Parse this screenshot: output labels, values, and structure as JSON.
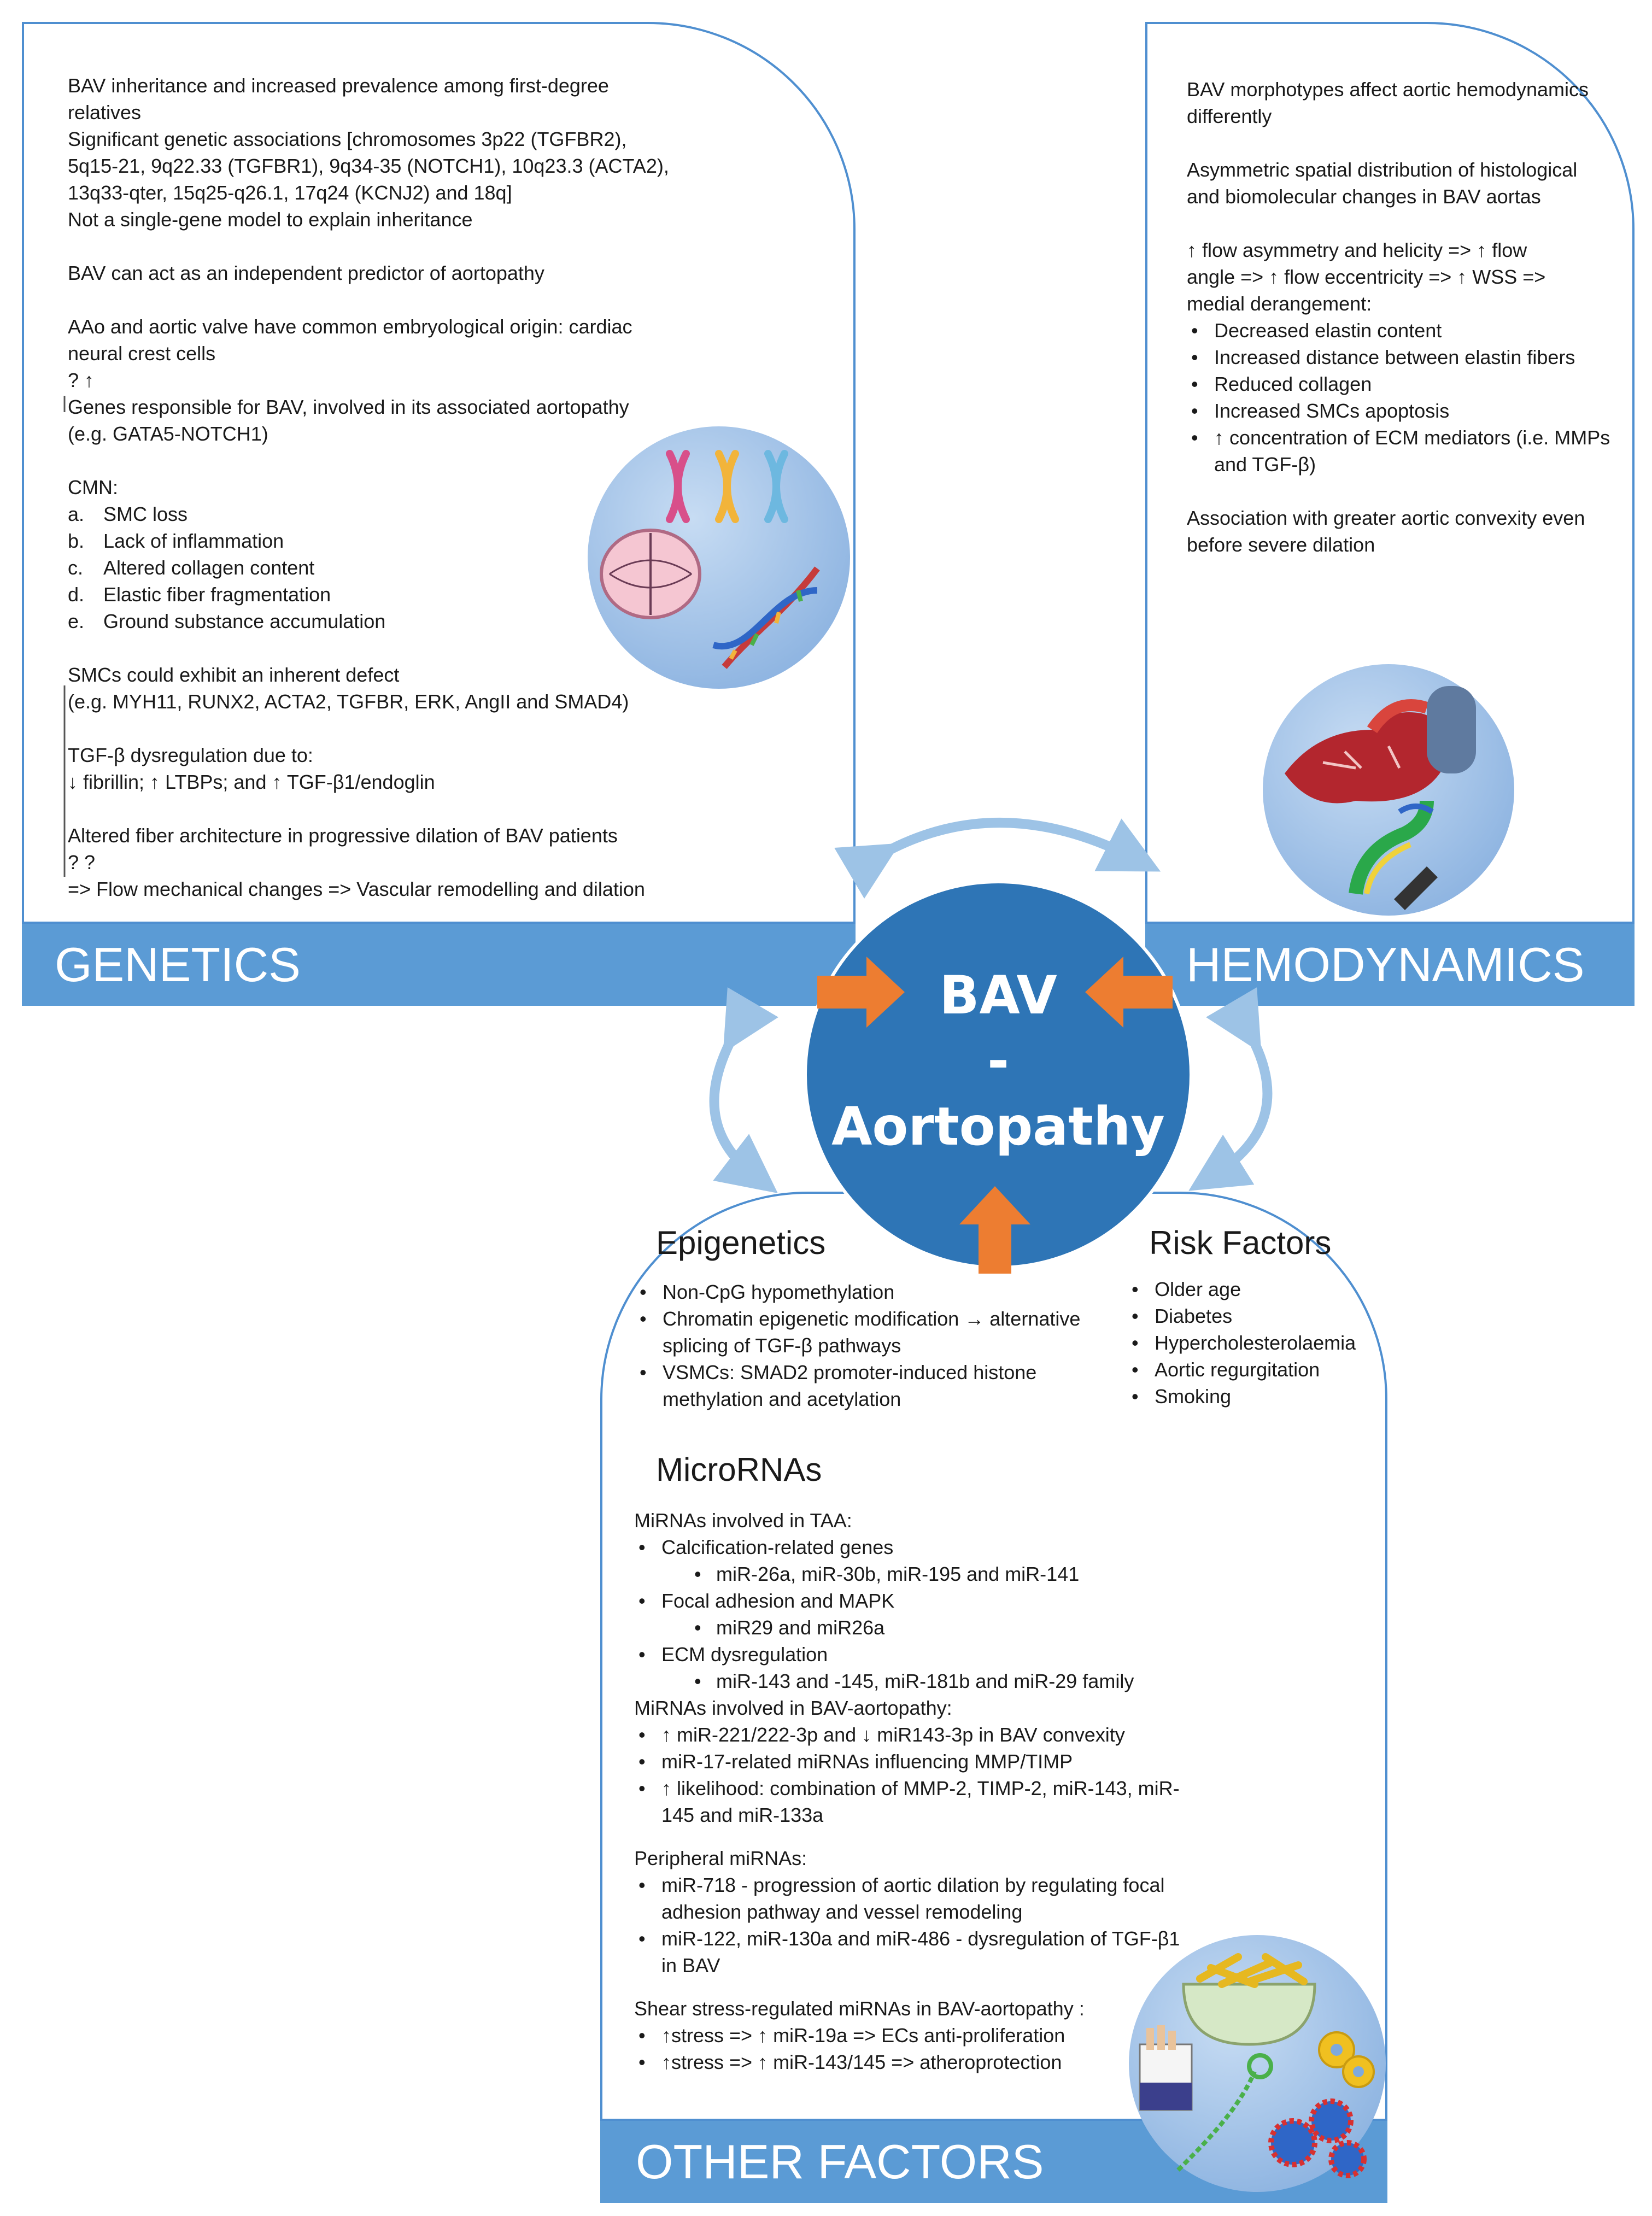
{
  "genetics": {
    "band_label": "GENETICS",
    "lines": [
      "BAV inheritance and increased prevalence among first-degree",
      "relatives",
      "Significant genetic associations [chromosomes 3p22 (TGFBR2),",
      "5q15-21, 9q22.33 (TGFBR1), 9q34-35 (NOTCH1), 10q23.3 (ACTA2),",
      "13q33-qter, 15q25-q26.1, 17q24 (KCNJ2) and 18q]",
      "Not a single-gene model to explain inheritance",
      "",
      "BAV can act as an independent predictor of aortopathy",
      "",
      "AAo and aortic valve have common embryological origin: cardiac",
      "neural crest cells",
      "? ↑",
      "Genes responsible for BAV, involved in its associated aortopathy",
      "(e.g. GATA5-NOTCH1)",
      "",
      "CMN:"
    ],
    "cmn_items": [
      {
        "n": "a.",
        "t": "SMC loss"
      },
      {
        "n": "b.",
        "t": "Lack of inflammation"
      },
      {
        "n": "c.",
        "t": "Altered collagen content"
      },
      {
        "n": "d.",
        "t": "Elastic fiber fragmentation"
      },
      {
        "n": "e.",
        "t": "Ground substance accumulation"
      }
    ],
    "lines2": [
      "SMCs could exhibit an inherent defect",
      "(e.g. MYH11, RUNX2, ACTA2, TGFBR, ERK, AngII and SMAD4)",
      "",
      "TGF-β dysregulation due to:",
      "↓ fibrillin; ↑ LTBPs; and ↑ TGF-β1/endoglin",
      "",
      "Altered fiber architecture in progressive dilation of BAV patients",
      "?                                              ?",
      "=> Flow mechanical changes => Vascular remodelling and dilation"
    ]
  },
  "hemodynamics": {
    "band_label": "HEMODYNAMICS",
    "lines": [
      "BAV morphotypes affect aortic hemodynamics",
      "differently",
      "",
      "Asymmetric spatial distribution of histological",
      "and biomolecular changes in BAV aortas",
      "",
      "↑ flow asymmetry and helicity => ↑ flow",
      "angle => ↑ flow eccentricity => ↑ WSS =>",
      "medial derangement:"
    ],
    "bullets": [
      "Decreased elastin content",
      "Increased distance between elastin fibers",
      "Reduced collagen",
      "Increased SMCs apoptosis",
      "↑ concentration of ECM mediators (i.e. MMPs and TGF-β)"
    ],
    "closing": [
      "Association with greater aortic convexity even",
      "before severe dilation"
    ]
  },
  "center": {
    "line1": "BAV",
    "line2": "-",
    "line3": "Aortopathy"
  },
  "other": {
    "band_label": "OTHER FACTORS",
    "epigenetics_title": "Epigenetics",
    "epigenetics_items": [
      "Non-CpG hypomethylation",
      "Chromatin epigenetic modification → alternative splicing of TGF-β pathways",
      "VSMCs: SMAD2 promoter-induced histone methylation and acetylation"
    ],
    "risk_title": "Risk Factors",
    "risk_items": [
      "Older age",
      "Diabetes",
      "Hypercholesterolaemia",
      "Aortic regurgitation",
      "Smoking"
    ],
    "mirna_title": "MicroRNAs",
    "taa_title": "MiRNAs involved in TAA:",
    "taa_items": [
      {
        "t": "Calcification-related genes",
        "sub": "miR-26a, miR-30b, miR-195 and miR-141"
      },
      {
        "t": "Focal adhesion and MAPK",
        "sub": "miR29 and miR26a"
      },
      {
        "t": "ECM dysregulation",
        "sub": "miR-143 and -145, miR-181b and miR-29 family"
      }
    ],
    "bav_title": "MiRNAs involved in BAV-aortopathy:",
    "bav_items": [
      "↑ miR-221/222-3p and ↓ miR143-3p in BAV convexity",
      "miR-17-related miRNAs influencing MMP/TIMP",
      "↑ likelihood: combination of MMP-2, TIMP-2, miR-143, miR-145 and miR-133a"
    ],
    "periph_title": "Peripheral miRNAs:",
    "periph_items": [
      "miR-718 - progression of aortic dilation by regulating focal adhesion pathway and vessel remodeling",
      "miR-122, miR-130a and miR-486 - dysregulation of TGF-β1 in BAV"
    ],
    "shear_title": "Shear stress-regulated miRNAs in BAV-aortopathy :",
    "shear_items": [
      "↑stress => ↑ miR-19a => ECs anti-proliferation",
      "↑stress => ↑ miR-143/145 => atheroprotection"
    ]
  },
  "colors": {
    "band": "#5b9bd5",
    "border": "#4f8fd0",
    "center": "#2e75b6",
    "arrow_orange": "#ed7d31",
    "arrow_blue": "#9dc3e6"
  },
  "icons": [
    "chromosomes-icon",
    "cell-division-icon",
    "dna-helix-icon",
    "heart-aorta-icon",
    "flow-streamlines-icon",
    "fried-food-icon",
    "cigarettes-icon",
    "mirna-hairpin-icon"
  ]
}
